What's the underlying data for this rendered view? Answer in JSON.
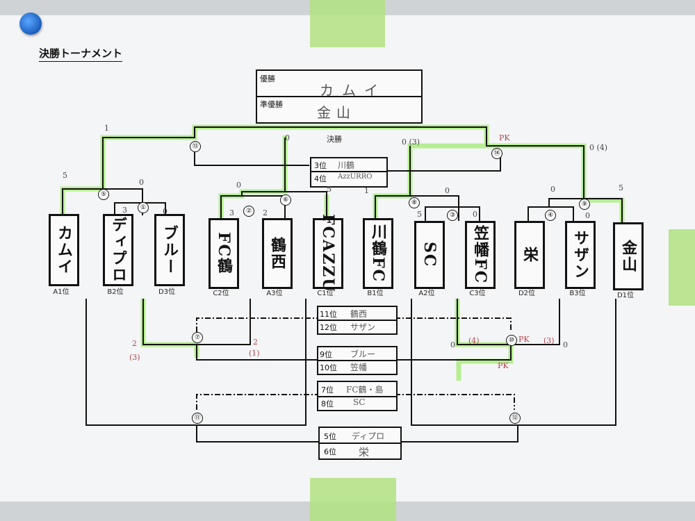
{
  "title": "決勝トーナメント",
  "final_label": "決勝",
  "winner": {
    "label": "優勝",
    "value": "カムイ"
  },
  "runner_up": {
    "label": "準優勝",
    "value": "金山"
  },
  "teams": [
    {
      "name": "カムイ",
      "slot": "A1位"
    },
    {
      "name": "ディプロ",
      "slot": "B2位"
    },
    {
      "name": "ブルー",
      "slot": "D3位"
    },
    {
      "name": "FC鶴",
      "slot": "C2位"
    },
    {
      "name": "鶴西",
      "slot": "A3位"
    },
    {
      "name": "FCAZZU",
      "slot": "C1位"
    },
    {
      "name": "川鶴FC",
      "slot": "B1位"
    },
    {
      "name": "SC",
      "slot": "A2位"
    },
    {
      "name": "笠幡FC",
      "slot": "C3位"
    },
    {
      "name": "栄",
      "slot": "D2位"
    },
    {
      "name": "サザン",
      "slot": "B3位"
    },
    {
      "name": "金山",
      "slot": "D1位"
    }
  ],
  "rankings": [
    {
      "rank": "3位",
      "team": "川鶴"
    },
    {
      "rank": "4位",
      "team": "AzzURRO"
    },
    {
      "rank": "11位",
      "team": "鶴西"
    },
    {
      "rank": "12位",
      "team": "サザン"
    },
    {
      "rank": "9位",
      "team": "ブルー"
    },
    {
      "rank": "10位",
      "team": "笠幡"
    },
    {
      "rank": "7位",
      "team": "FC鶴・島"
    },
    {
      "rank": "8位",
      "team": "SC"
    },
    {
      "rank": "5位",
      "team": "ディプロ"
    },
    {
      "rank": "6位",
      "team": "栄"
    }
  ],
  "match_numbers": [
    "①",
    "②",
    "③",
    "④",
    "⑤",
    "⑥",
    "⑦",
    "⑧",
    "⑨",
    "⑩",
    "⑪",
    "⑫",
    "⑬",
    "⑭"
  ],
  "scores": [
    "1",
    "0",
    "PK",
    "0 (3)",
    "0 (4)",
    "5",
    "0",
    "0",
    "5",
    "1",
    "3",
    "0",
    "3",
    "2",
    "0",
    "5",
    "0",
    "0",
    "5",
    "0",
    "2",
    "(3)",
    "2",
    "(1)",
    "0",
    "(4)",
    "PK",
    "(3)",
    "0",
    "PK"
  ],
  "colors": {
    "paper": "#f4f5f7",
    "ink": "#111111",
    "highlight": "#9be86a",
    "tape": "#b0e280",
    "pin": "#1b5fbf"
  }
}
